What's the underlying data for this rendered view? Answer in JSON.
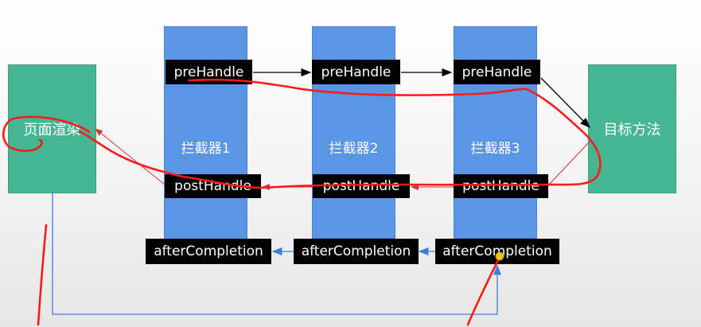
{
  "nodes": {
    "render": "页面渲染",
    "target": "目标方法"
  },
  "interceptors": [
    {
      "label": "拦截器1",
      "pre": "preHandle",
      "post": "postHandle",
      "after": "afterCompletion"
    },
    {
      "label": "拦截器2",
      "pre": "preHandle",
      "post": "postHandle",
      "after": "afterCompletion"
    },
    {
      "label": "拦截器3",
      "pre": "preHandle",
      "post": "postHandle",
      "after": "afterCompletion"
    }
  ],
  "colors": {
    "node": "#45b592",
    "interceptor": "#5b96e4",
    "tag": "#000000",
    "annotation": "#ff1a1a",
    "flow_line": "#3d7fd6"
  }
}
